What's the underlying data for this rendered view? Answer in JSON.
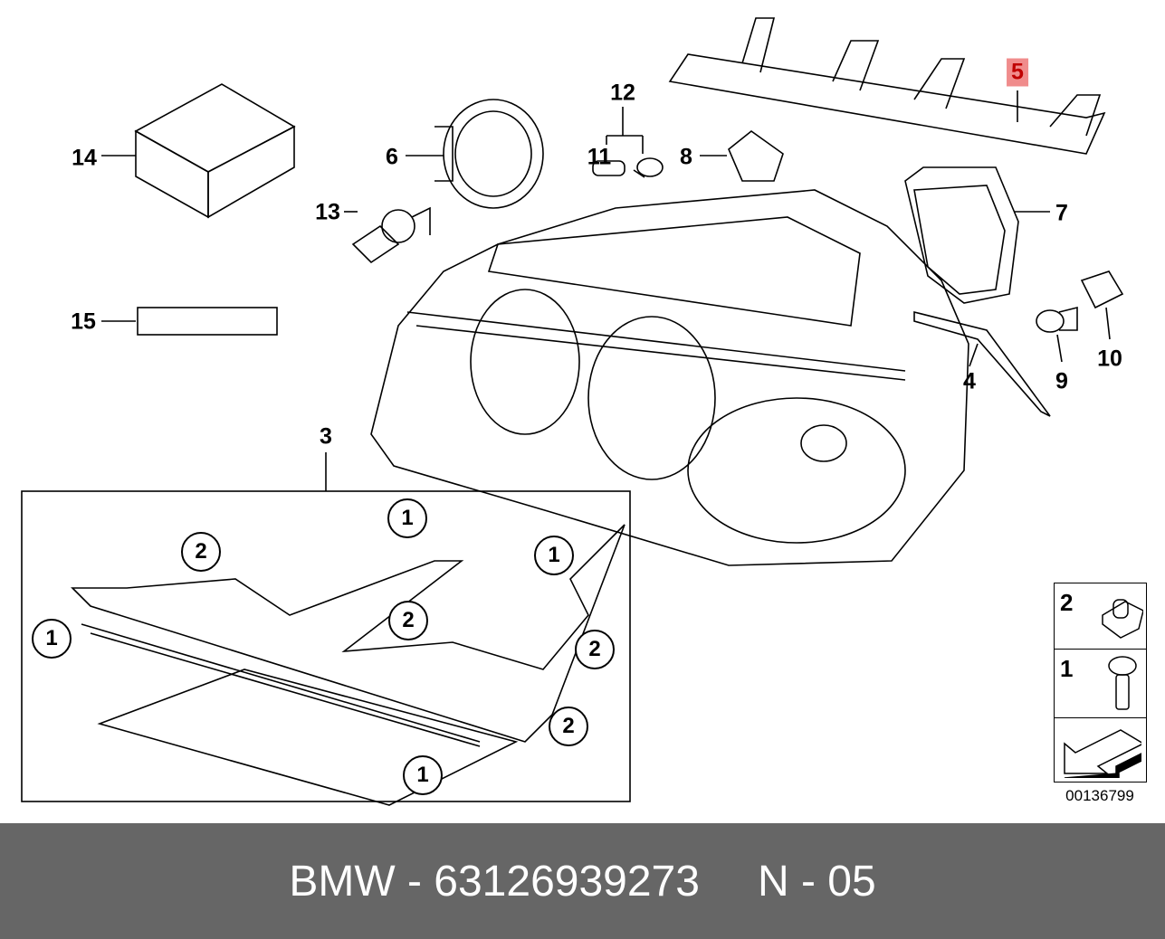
{
  "callouts": {
    "c14": "14",
    "c6": "6",
    "c12": "12",
    "c11": "11",
    "c8": "8",
    "c5": "5",
    "c7": "7",
    "c13": "13",
    "c15": "15",
    "c4": "4",
    "c9": "9",
    "c10": "10",
    "c3": "3"
  },
  "detail_callouts": [
    "1",
    "2",
    "1",
    "1",
    "2",
    "2",
    "2",
    "1"
  ],
  "legend": {
    "rows": [
      {
        "number": "2",
        "icon": "clip-nut-icon"
      },
      {
        "number": "1",
        "icon": "screw-icon"
      },
      {
        "number": "",
        "icon": "arrow-icon"
      }
    ]
  },
  "diagram_code": "00136799",
  "footer": {
    "brand": "BMW - 63126939273",
    "page": "N - 05"
  },
  "colors": {
    "highlight": "#f08c8c",
    "highlight_text": "#c00000",
    "footer_bg": "#666666"
  }
}
